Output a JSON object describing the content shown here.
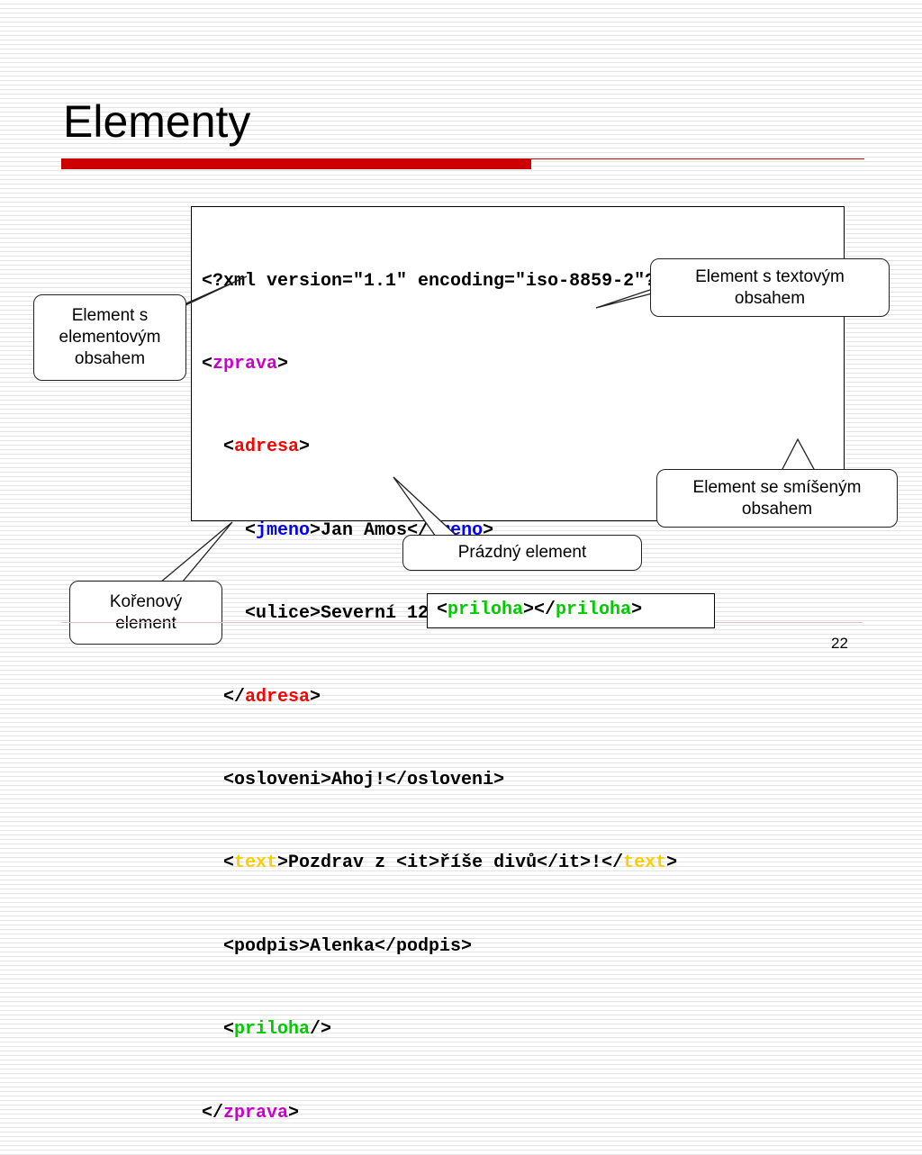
{
  "slide": {
    "title": "Elementy",
    "page_number": "22",
    "accent_color": "#cc0000"
  },
  "code": {
    "line1": "<?xml version=\"1.1\" encoding=\"iso-8859-2\"?>",
    "zprava": "zprava",
    "adresa": "adresa",
    "jmeno": "jmeno",
    "jmeno_text": "Jan Amos",
    "ulice_line": "<ulice>Severní 12</ulice>",
    "osloveni_line": "<osloveni>Ahoj!</osloveni>",
    "text_tag": "text",
    "text_content": "Pozdrav z <it>říše divů</it>!",
    "podpis_line": "<podpis>Alenka</podpis>",
    "priloha": "priloha"
  },
  "callouts": {
    "elementovy": "Element s elementovým obsahem",
    "textovy": "Element s textovým obsahem",
    "smiseny": "Element se smíšeným obsahem",
    "prazdny": "Prázdný element",
    "korenovy": "Kořenový element"
  },
  "empty_example": {
    "tag": "priloha"
  },
  "colors": {
    "zprava": "#cc00cc",
    "adresa": "#ff0000",
    "jmeno": "#0000ff",
    "text": "#ffcc00",
    "priloha": "#00cc00"
  }
}
